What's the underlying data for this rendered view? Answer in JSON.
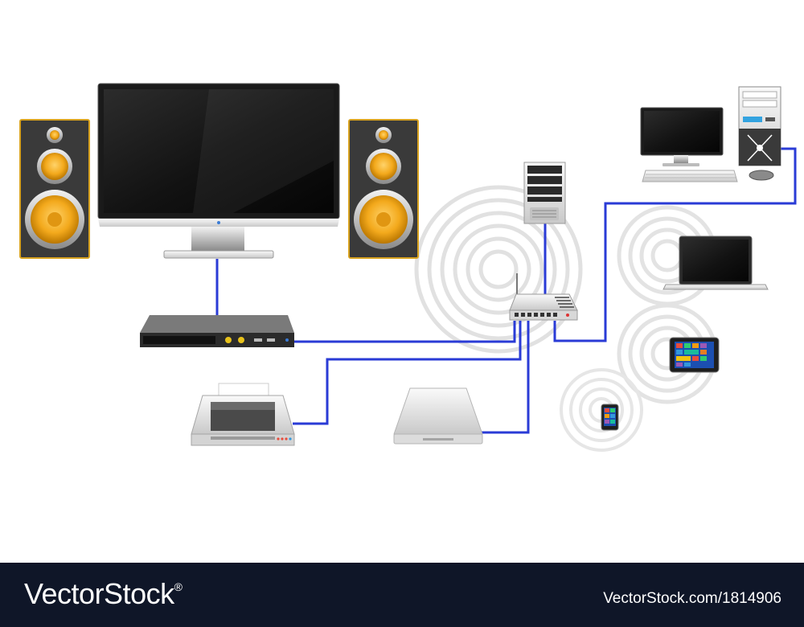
{
  "footer": {
    "brand": "VectorStock",
    "brand_mark": "®",
    "stock_id": "VectorStock.com/1814906"
  },
  "colors": {
    "cable": "#2a3bd6",
    "speaker_cone": "#f3a91c",
    "footer_bg": "#0f1628"
  },
  "devices": [
    "television",
    "speaker-left",
    "speaker-right",
    "media-player",
    "server",
    "router",
    "desktop-computer",
    "laptop",
    "tablet",
    "smartphone",
    "printer",
    "external-drive"
  ]
}
